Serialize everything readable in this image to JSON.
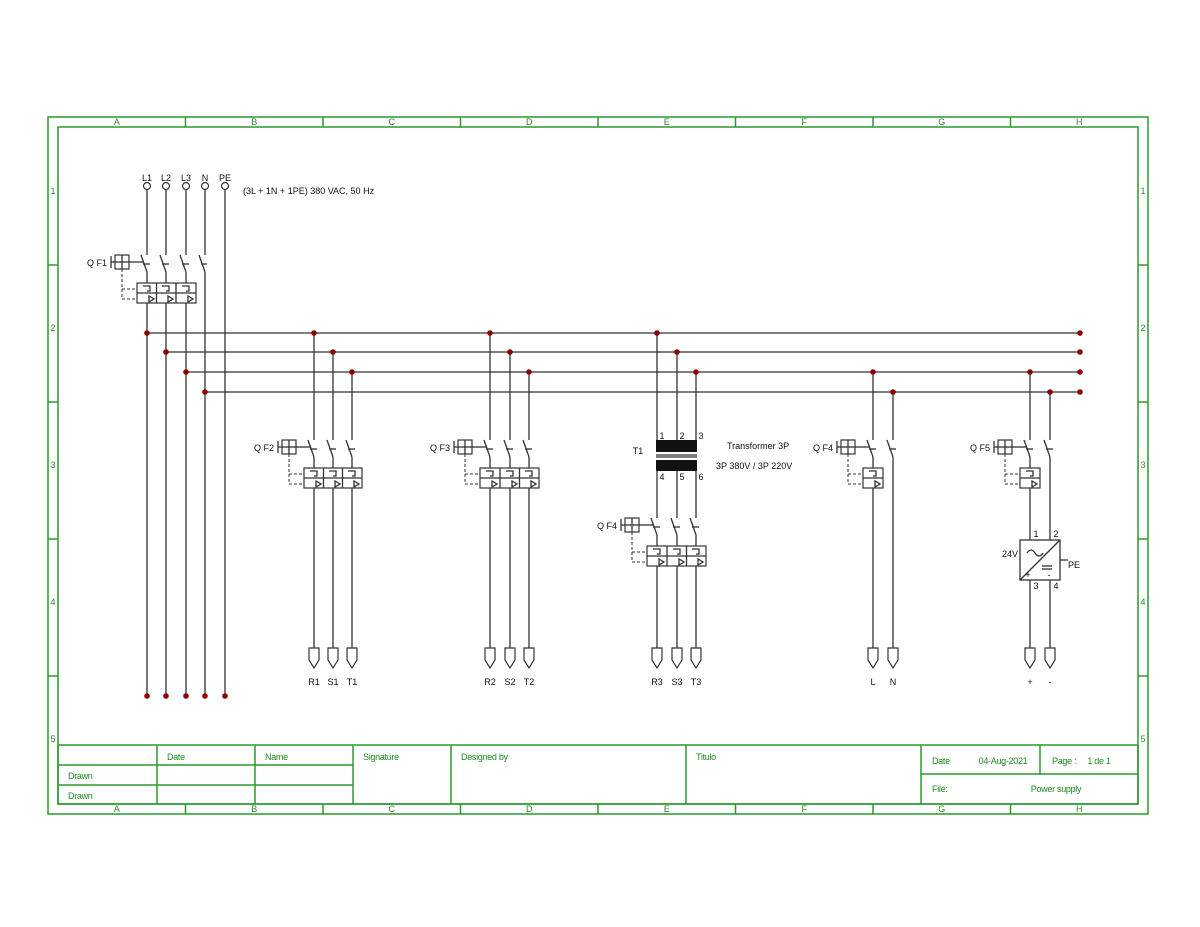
{
  "colors": {
    "frame": "#2a9a2a",
    "wire": "#333333",
    "neutral_bus": "#ff5a5a",
    "pe": "#2a9a2a",
    "junction": "#8b0000"
  },
  "frame": {
    "columns": [
      "A",
      "B",
      "C",
      "D",
      "E",
      "F",
      "G",
      "H"
    ],
    "rows": [
      "1",
      "2",
      "3",
      "4",
      "5"
    ]
  },
  "supply": {
    "terminals": [
      "L1",
      "L2",
      "L3",
      "N",
      "PE"
    ],
    "description": "(3L + 1N + 1PE) 380 VAC, 50 Hz"
  },
  "breakers": {
    "qf1": "Q F1",
    "qf2": "Q F2",
    "qf3": "Q F3",
    "qf4_transformer": "Q F4",
    "qf4_single": "Q F4",
    "qf5": "Q F5"
  },
  "transformer": {
    "tag": "T1",
    "name": "Transformer 3P",
    "rating": "3P 380V / 3P 220V",
    "pins_primary": [
      "1",
      "2",
      "3"
    ],
    "pins_secondary": [
      "4",
      "5",
      "6"
    ]
  },
  "power_supply": {
    "voltage": "24V",
    "pins": [
      "1",
      "2",
      "3",
      "4"
    ],
    "pe": "PE",
    "plus": "+",
    "minus": "-",
    "ac_symbol": "~",
    "dc_symbol": "="
  },
  "outputs": {
    "group1": [
      "R1",
      "S1",
      "T1"
    ],
    "group2": [
      "R2",
      "S2",
      "T2"
    ],
    "group3": [
      "R3",
      "S3",
      "T3"
    ],
    "group4": [
      "L",
      "N"
    ],
    "group5": [
      "+",
      "-"
    ]
  },
  "title_block": {
    "date_header": "Date",
    "name_header": "Name",
    "signature": "Signature",
    "designed_by": "Designed by",
    "title": "Titulo",
    "drawn_1": "Drawn",
    "drawn_2": "Drawn",
    "date_label": "Date",
    "date_value": "04-Aug-2021",
    "page_label": "Page :",
    "page_value": "1 de 1",
    "file_label": "File:",
    "file_value": "Power supply"
  }
}
